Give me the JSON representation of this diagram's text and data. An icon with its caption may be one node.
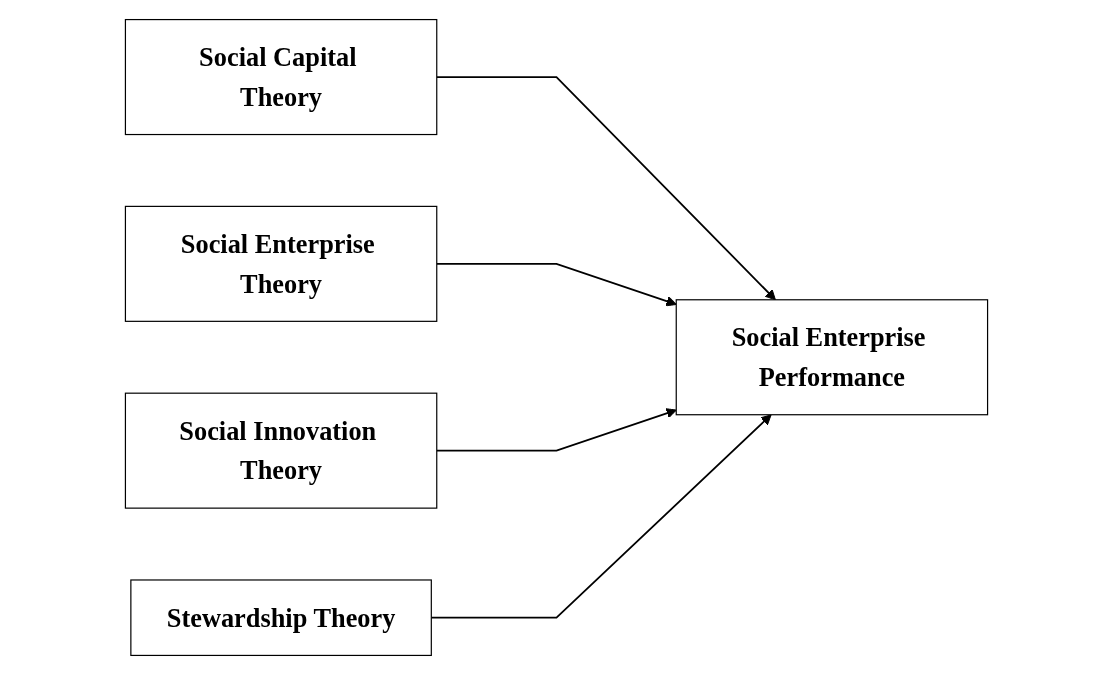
{
  "diagram": {
    "nodes": [
      {
        "text": [
          "Social Capital Theory"
        ]
      },
      {
        "text": [
          "Social Enterprise Theory"
        ]
      },
      {
        "text": [
          "Social Innovation Theory"
        ]
      },
      {
        "text": [
          "Stewardship Theory"
        ]
      },
      {
        "text": [
          "Social Enterprise Performance"
        ]
      }
    ],
    "edges": [
      {
        "from": 0,
        "to": 4,
        "arrow": "to"
      },
      {
        "from": 1,
        "to": 4,
        "arrow": "to"
      },
      {
        "from": 2,
        "to": 4,
        "arrow": "to"
      },
      {
        "from": 3,
        "to": 4,
        "arrow": "to"
      }
    ]
  }
}
